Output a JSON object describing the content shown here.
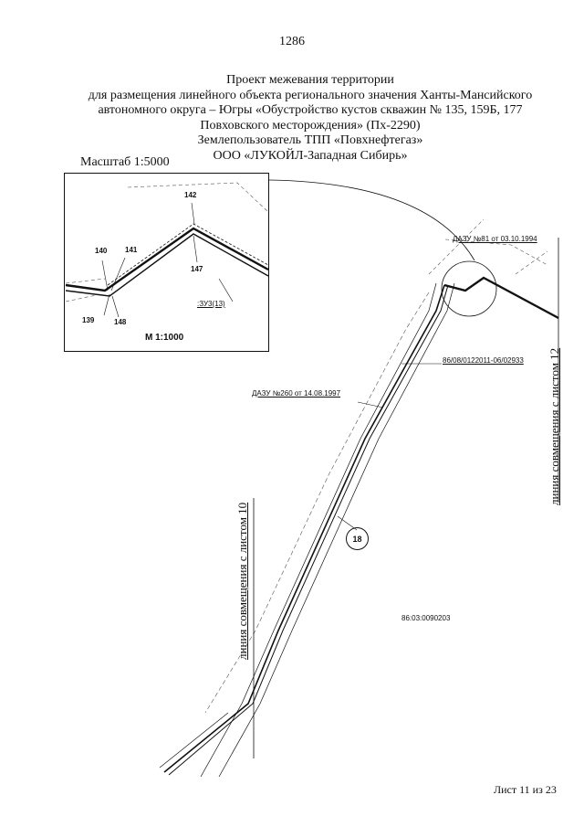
{
  "page_number": "1286",
  "title_lines": [
    "Проект межевания территории",
    "для размещения линейного объекта регионального значения Ханты-Мансийского",
    "автономного округа – Югры «Обустройство кустов скважин № 135, 159Б, 177",
    "Повховского месторождения» (Пх-2290)",
    "Землепользователь ТПП «Повхнефтегаз»",
    "ООО «ЛУКОЙЛ-Западная Сибирь»"
  ],
  "main_scale": "Масштаб 1:5000",
  "inset": {
    "scale": "М 1:1000",
    "points": [
      "142",
      "140",
      "141",
      "147",
      "139",
      "148"
    ],
    "zone_label": ":ЗУ3(13)"
  },
  "map_labels": {
    "dazu_81": "ДАЗУ №81 от 03.10.1994",
    "cadastral_line": "86/08/0122011-06/02933",
    "dazu_260": "ДАЗУ №260 от 14.08.1997",
    "object_number": "18",
    "cadastral_block": "86:03:0090203",
    "join_line_10": "линия совмещения с листом 10",
    "join_line_12": "линия совмещения с листом 12"
  },
  "sheet": "Лист 11 из 23"
}
